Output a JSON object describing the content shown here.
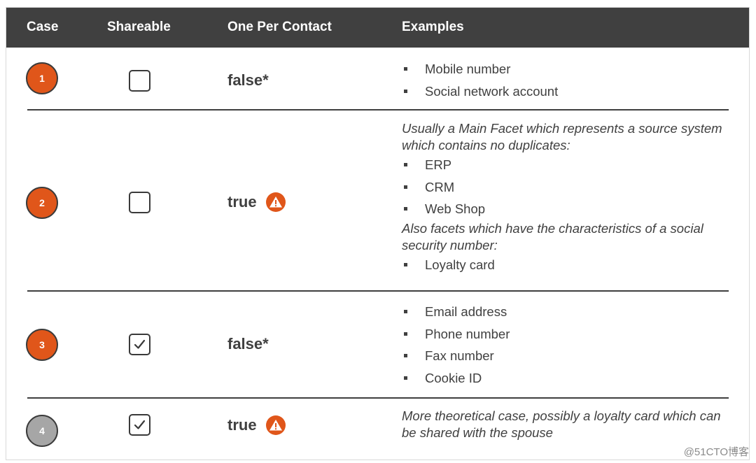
{
  "table": {
    "headers": {
      "case": "Case",
      "shareable": "Shareable",
      "one_per_contact": "One Per Contact",
      "examples": "Examples"
    },
    "rows": [
      {
        "case_number": "1",
        "case_color": "#e0561a",
        "shareable": false,
        "one_per_contact": "false*",
        "warning_icon": false,
        "examples": {
          "list_a": [
            "Mobile number",
            "Social network account"
          ]
        }
      },
      {
        "case_number": "2",
        "case_color": "#e0561a",
        "shareable": false,
        "one_per_contact": "true",
        "warning_icon": true,
        "examples": {
          "intro": "Usually a Main Facet which represents a source system which contains no duplicates:",
          "list_a": [
            "ERP",
            "CRM",
            "Web Shop"
          ],
          "note": "Also facets which have the characteristics of a social security number:",
          "list_b": [
            "Loyalty card"
          ]
        }
      },
      {
        "case_number": "3",
        "case_color": "#e0561a",
        "shareable": true,
        "one_per_contact": "false*",
        "warning_icon": false,
        "examples": {
          "list_a": [
            "Email address",
            "Phone number",
            "Fax number",
            "Cookie ID"
          ]
        }
      },
      {
        "case_number": "4",
        "case_color": "#a6a6a6",
        "shareable": true,
        "one_per_contact": "true",
        "warning_icon": true,
        "examples": {
          "intro": "More theoretical case, possibly a loyalty card which can be shared with the spouse"
        }
      }
    ]
  },
  "icons": {
    "checkbox_checked": "checkmark-icon",
    "warning": "warning-triangle-icon",
    "bullet": "square-bullet-icon"
  },
  "colors": {
    "header_bg": "#404040",
    "accent_orange": "#e0561a",
    "disabled_gray": "#a6a6a6"
  },
  "watermark": "@51CTO博客"
}
